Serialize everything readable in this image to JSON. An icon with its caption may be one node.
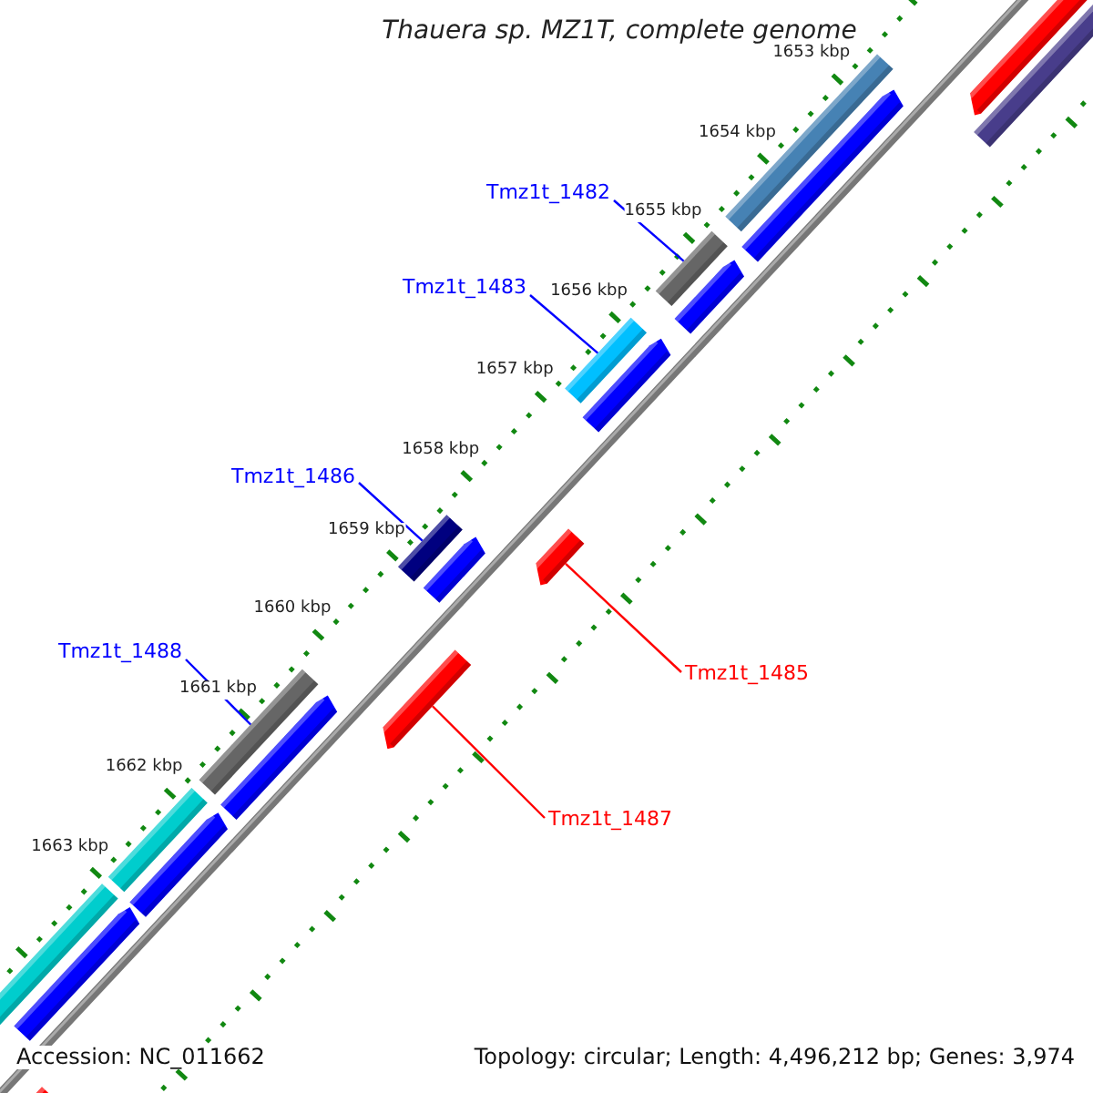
{
  "diagram": {
    "title": "Thauera sp. MZ1T, complete genome",
    "nodes": [
      {
        "text": [
          "Tmz1t_1482"
        ]
      },
      {
        "text": [],
        "shape": "bar"
      },
      {
        "text": [
          "Tmz1t_1483"
        ]
      },
      {
        "text": [],
        "shape": "bar"
      },
      {
        "text": [
          "Tmz1t_1486"
        ]
      },
      {
        "text": [],
        "shape": "bar"
      },
      {
        "text": [
          "Tmz1t_1485"
        ]
      },
      {
        "text": [],
        "shape": "bar"
      },
      {
        "text": [
          "Tmz1t_1488"
        ]
      },
      {
        "text": [],
        "shape": "bar"
      },
      {
        "text": [
          "Tmz1t_1487"
        ]
      },
      {
        "text": [],
        "shape": "bar"
      }
    ],
    "edges": [
      {
        "from": 0,
        "to": 1,
        "arrow": "none"
      },
      {
        "from": 2,
        "to": 3,
        "arrow": "none"
      },
      {
        "from": 4,
        "to": 5,
        "arrow": "none"
      },
      {
        "from": 6,
        "to": 7,
        "arrow": "none",
        "color": "#ff0000"
      },
      {
        "from": 8,
        "to": 9,
        "arrow": "none"
      },
      {
        "from": 10,
        "to": 11,
        "arrow": "none",
        "color": "#ff0000"
      }
    ],
    "labels": [
      "1653 kbp",
      "1654 kbp",
      "1655 kbp",
      "1656 kbp",
      "1657 kbp",
      "1658 kbp",
      "1659 kbp",
      "1660 kbp",
      "1661 kbp",
      "1662 kbp",
      "1663 kbp",
      "Accession: NC_011662",
      "Topology: circular; Length: 4,496,212 bp; Genes: 3,974"
    ]
  }
}
